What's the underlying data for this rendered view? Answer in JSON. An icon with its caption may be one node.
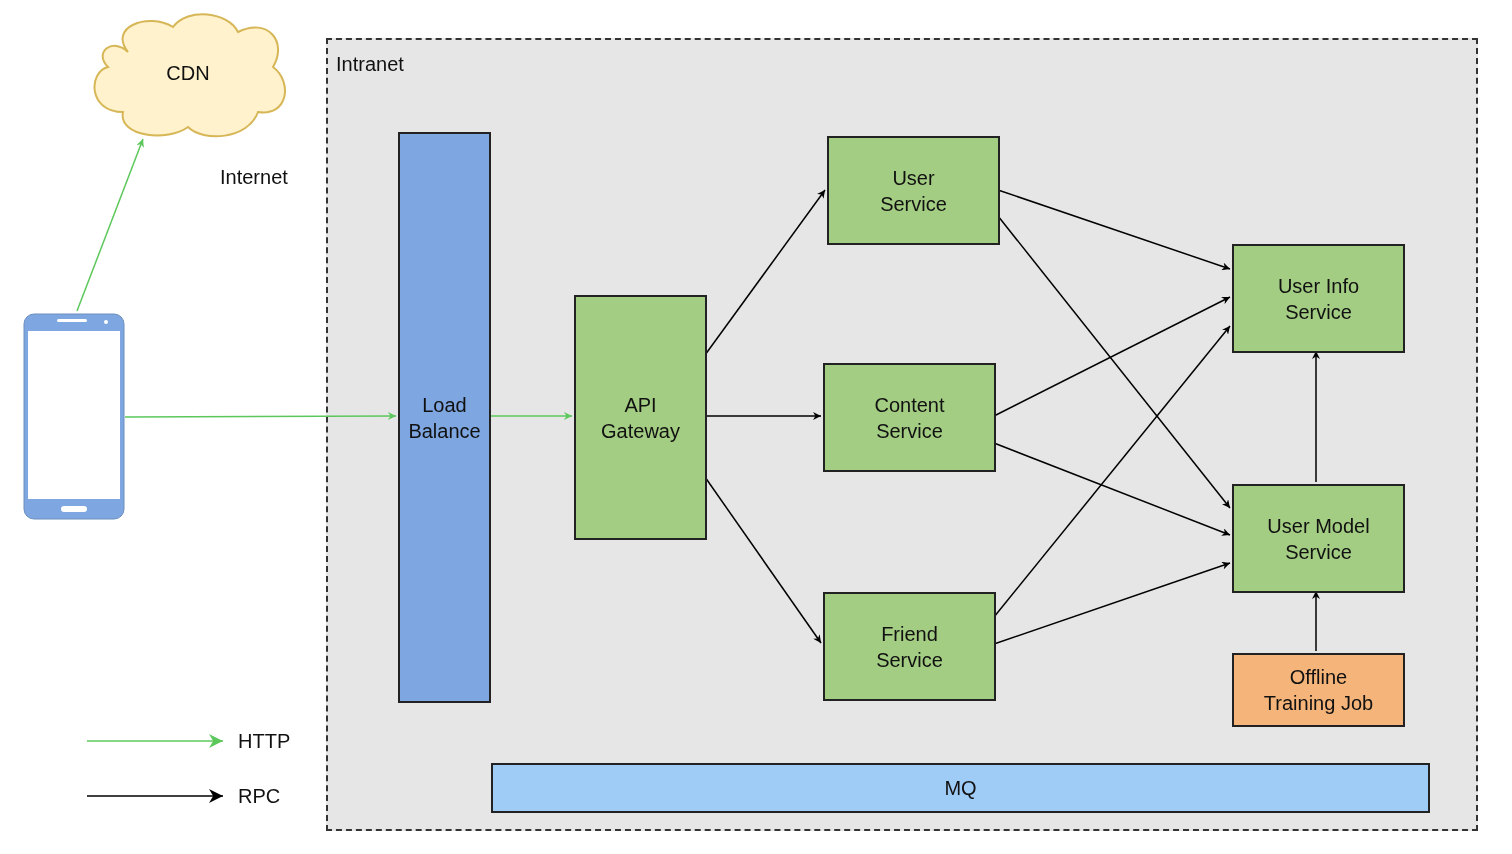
{
  "diagram": {
    "nodes": [
      {
        "text": [
          "CDN"
        ]
      },
      {
        "text": [],
        "shape": "picture"
      },
      {
        "text": [
          "Intranet"
        ]
      },
      {
        "text": [
          "Load Balance"
        ],
        "in": 2
      },
      {
        "text": [
          "API Gateway"
        ],
        "in": 2
      },
      {
        "text": [
          "User Service"
        ],
        "in": 2
      },
      {
        "text": [
          "Content Service"
        ],
        "in": 2
      },
      {
        "text": [
          "Friend Service"
        ],
        "in": 2
      },
      {
        "text": [
          "User Info Service"
        ],
        "in": 2
      },
      {
        "text": [
          "User Model Service"
        ],
        "in": 2
      },
      {
        "text": [
          "Offline Training Job"
        ],
        "in": 2
      },
      {
        "text": [
          "MQ"
        ],
        "in": 2
      }
    ],
    "edges": [
      {
        "from": 1,
        "to": 0,
        "arrow": "to",
        "color": "#5cc85c"
      },
      {
        "from": 1,
        "to": 3,
        "arrow": "to",
        "color": "#5cc85c"
      },
      {
        "from": 3,
        "to": 4,
        "arrow": "to",
        "color": "#5cc85c"
      },
      {
        "from": 4,
        "to": 5,
        "arrow": "to"
      },
      {
        "from": 4,
        "to": 6,
        "arrow": "to"
      },
      {
        "from": 4,
        "to": 7,
        "arrow": "to"
      },
      {
        "from": 5,
        "to": 8,
        "arrow": "to"
      },
      {
        "from": 5,
        "to": 9,
        "arrow": "to"
      },
      {
        "from": 6,
        "to": 8,
        "arrow": "to"
      },
      {
        "from": 6,
        "to": 9,
        "arrow": "to"
      },
      {
        "from": 7,
        "to": 8,
        "arrow": "to"
      },
      {
        "from": 7,
        "to": 9,
        "arrow": "to"
      },
      {
        "from": 9,
        "to": 8,
        "arrow": "to"
      },
      {
        "from": 10,
        "to": 9,
        "arrow": "to"
      }
    ],
    "labels": [
      "Internet"
    ],
    "legend": [
      {
        "text": "HTTP"
      },
      {
        "text": "RPC"
      }
    ]
  }
}
